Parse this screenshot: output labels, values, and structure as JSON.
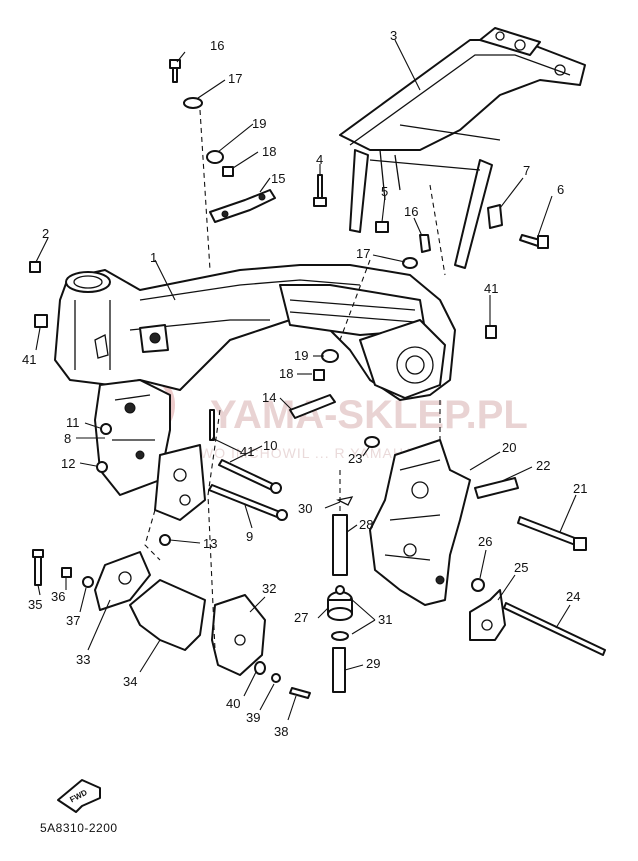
{
  "diagram": {
    "callouts": {
      "c1": "1",
      "c2": "2",
      "c3": "3",
      "c4": "4",
      "c5": "5",
      "c6": "6",
      "c7": "7",
      "c8": "8",
      "c9": "9",
      "c10": "10",
      "c11": "11",
      "c12": "12",
      "c13": "13",
      "c14": "14",
      "c15": "15",
      "c16": "16",
      "c16b": "16",
      "c17": "17",
      "c17b": "17",
      "c18": "18",
      "c18b": "18",
      "c19": "19",
      "c19b": "19",
      "c20": "20",
      "c21": "21",
      "c22": "22",
      "c23": "23",
      "c24": "24",
      "c25": "25",
      "c26": "26",
      "c27": "27",
      "c28": "28",
      "c29": "29",
      "c30": "30",
      "c31": "31",
      "c32": "32",
      "c33": "33",
      "c34": "34",
      "c35": "35",
      "c36": "36",
      "c37": "37",
      "c38": "38",
      "c39": "39",
      "c40": "40",
      "c41": "41",
      "c41b": "41",
      "c41c": "41"
    },
    "fwd_label": "FWD",
    "drawing_code": "5A8310-2200"
  },
  "watermark": {
    "text": "YAMA-SKLEP.PL",
    "subtitle": "WO IMCHOWIL ... R YAMAHA"
  }
}
